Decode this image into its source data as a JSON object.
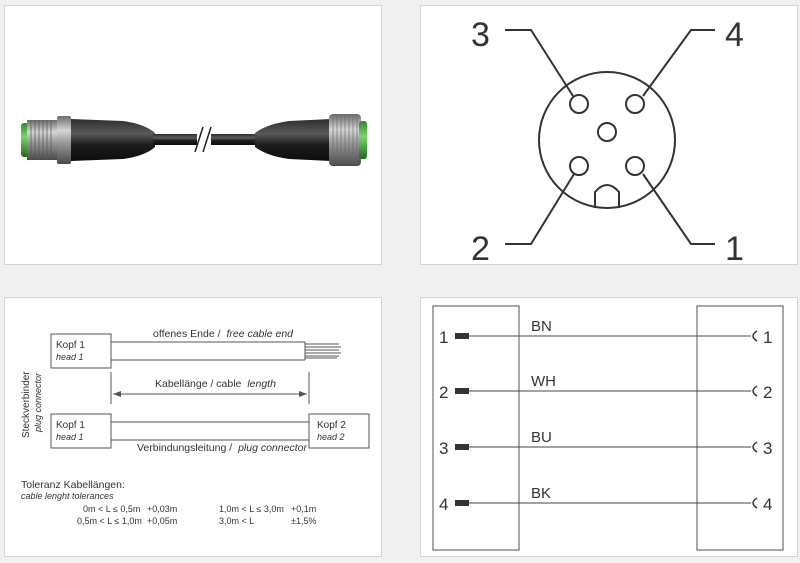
{
  "pinout": {
    "labels": [
      "3",
      "4",
      "2",
      "1"
    ]
  },
  "dimensions": {
    "side_label": "Steckverbinder",
    "side_label_en": "plug connector",
    "head1": "Kopf 1",
    "head1_en": "head 1",
    "head2": "Kopf 2",
    "head2_en": "head 2",
    "free_end": "offenes Ende /",
    "free_end_en": "free cable end",
    "cable_length": "Kabellänge / cable",
    "cable_length_en": "length",
    "plug_conn": "Verbindungsleitung /",
    "plug_conn_en": "plug connector",
    "tolerance_title": "Toleranz Kabellängen:",
    "tolerance_title_en": "cable lenght tolerances",
    "tolerances": [
      {
        "range": "0m < L ≤ 0,5m",
        "tol": "+0,03m"
      },
      {
        "range": "0,5m < L ≤ 1,0m",
        "tol": "+0,05m"
      },
      {
        "range": "1,0m < L ≤ 3,0m",
        "tol": "+0,1m"
      },
      {
        "range": "3,0m < L",
        "tol": "±1,5%"
      }
    ]
  },
  "wiring": {
    "wires": [
      {
        "pin_left": "1",
        "color": "BN",
        "pin_right": "1"
      },
      {
        "pin_left": "2",
        "color": "WH",
        "pin_right": "2"
      },
      {
        "pin_left": "3",
        "color": "BU",
        "pin_right": "3"
      },
      {
        "pin_left": "4",
        "color": "BK",
        "pin_right": "4"
      }
    ]
  }
}
